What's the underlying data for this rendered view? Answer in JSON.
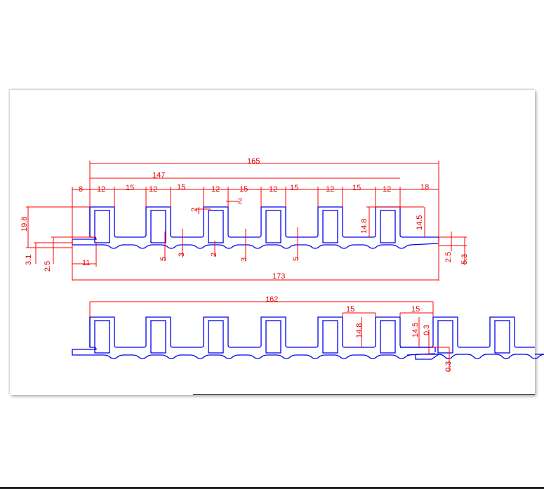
{
  "drawing": {
    "profile_1_dimensions": {
      "overall_165": "165",
      "span_147": "147",
      "row": [
        "8",
        "12",
        "15",
        "12",
        "15",
        "12",
        "15",
        "12",
        "15",
        "12",
        "15",
        "12",
        "18"
      ],
      "wall_2_vertical": "2",
      "wall_2_horizontal": "2",
      "height_19_8": "19.8",
      "lip_3_1": "3.1",
      "lip_2_5": "2.5",
      "tab_11": "11",
      "overall_173": "173",
      "bottom": [
        "5",
        "3",
        "2",
        "3",
        "5"
      ],
      "rib_14_8": "14.8",
      "rib_14_5": "14.5",
      "end_2_5": "2.5",
      "end_5_3": "5.3"
    },
    "profile_2_dimensions": {
      "overall_162": "162",
      "gap_15_a": "15",
      "gap_15_b": "15",
      "rib_14_8": "14.8",
      "rib_14_5": "14.5",
      "gap_0_3_a": "0.3",
      "gap_0_3_b": "0.3"
    },
    "colors": {
      "profile": "#0000ee",
      "dimension": "#ff0000"
    }
  }
}
